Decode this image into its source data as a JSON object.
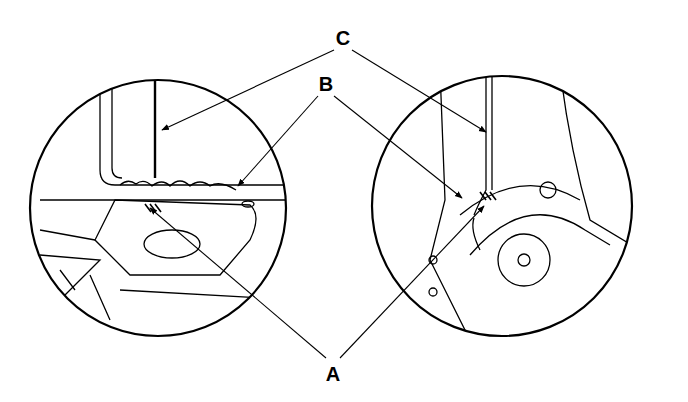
{
  "diagram": {
    "labels": [
      "C",
      "B",
      "A"
    ]
  }
}
